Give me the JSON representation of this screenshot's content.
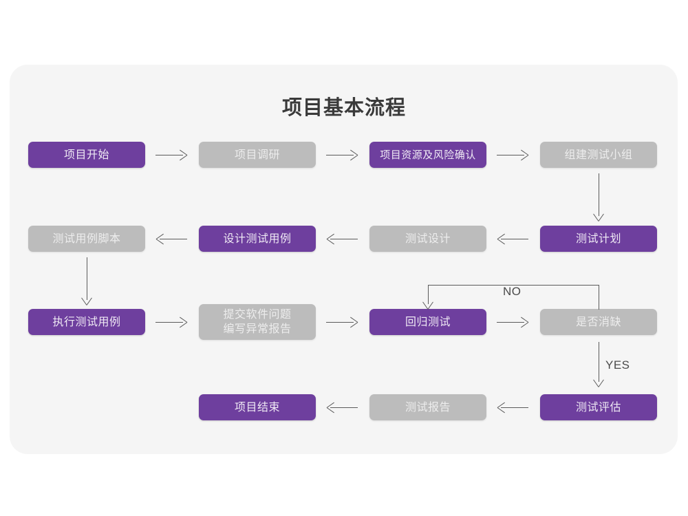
{
  "card": {
    "title": "项目基本流程"
  },
  "colors": {
    "purple": "#6E3F9E",
    "gray": "#BCBCBC",
    "card_bg": "#F5F5F5",
    "page_bg": "#FFFFFF",
    "connector": "#5A5A5A",
    "title_text": "#3A3A3A"
  },
  "nodes": [
    {
      "id": "project-start",
      "label": "项目开始",
      "style": "purple",
      "row": 1,
      "col": 1
    },
    {
      "id": "project-research",
      "label": "项目调研",
      "style": "gray",
      "row": 1,
      "col": 2
    },
    {
      "id": "resource-risk",
      "label": "项目资源及风险确认",
      "style": "purple",
      "row": 1,
      "col": 3
    },
    {
      "id": "build-test-team",
      "label": "组建测试小组",
      "style": "gray",
      "row": 1,
      "col": 4
    },
    {
      "id": "test-case-script",
      "label": "测试用例脚本",
      "style": "gray",
      "row": 2,
      "col": 1
    },
    {
      "id": "design-test-case",
      "label": "设计测试用例",
      "style": "purple",
      "row": 2,
      "col": 2
    },
    {
      "id": "test-design",
      "label": "测试设计",
      "style": "gray",
      "row": 2,
      "col": 3
    },
    {
      "id": "test-plan",
      "label": "测试计划",
      "style": "purple",
      "row": 2,
      "col": 4
    },
    {
      "id": "execute-test-case",
      "label": "执行测试用例",
      "style": "purple",
      "row": 3,
      "col": 1
    },
    {
      "id": "submit-defect",
      "label": "提交软件问题\n编写异常报告",
      "style": "gray",
      "row": 3,
      "col": 2
    },
    {
      "id": "regression-test",
      "label": "回归测试",
      "style": "purple",
      "row": 3,
      "col": 3
    },
    {
      "id": "defect-cleared",
      "label": "是否消缺",
      "style": "gray",
      "row": 3,
      "col": 4
    },
    {
      "id": "project-end",
      "label": "项目结束",
      "style": "purple",
      "row": 4,
      "col": 2
    },
    {
      "id": "test-report",
      "label": "测试报告",
      "style": "gray",
      "row": 4,
      "col": 3
    },
    {
      "id": "test-evaluation",
      "label": "测试评估",
      "style": "purple",
      "row": 4,
      "col": 4
    }
  ],
  "edge_labels": {
    "no": "NO",
    "yes": "YES"
  }
}
